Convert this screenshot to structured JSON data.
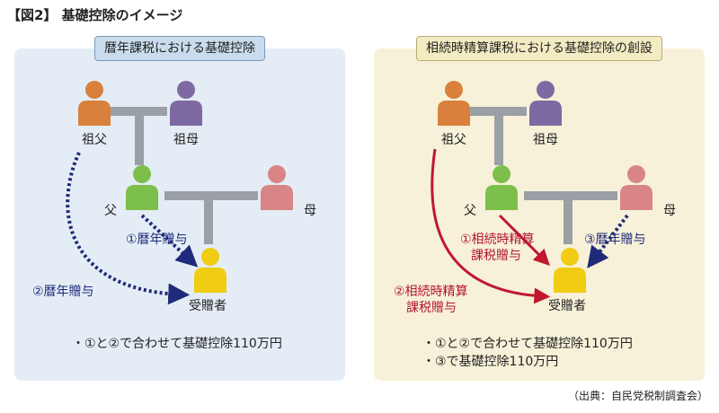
{
  "figure_title": "【図2】 基礎控除のイメージ",
  "left_panel": {
    "header": "暦年課税における基礎控除",
    "grandfather": "祖父",
    "grandmother": "祖母",
    "father": "父",
    "mother": "母",
    "recipient": "受贈者",
    "gift1": "①暦年贈与",
    "gift2": "②暦年贈与",
    "note1": "・①と②で合わせて基礎控除110万円"
  },
  "right_panel": {
    "header": "相続時精算課税における基礎控除の創設",
    "grandfather": "祖父",
    "grandmother": "祖母",
    "father": "父",
    "mother": "母",
    "recipient": "受贈者",
    "gift1_line1": "①相続時精算",
    "gift1_line2": "課税贈与",
    "gift2_line1": "②相続時精算",
    "gift2_line2": "課税贈与",
    "gift3": "③暦年贈与",
    "note1": "・①と②で合わせて基礎控除110万円",
    "note2": "・③で基礎控除110万円"
  },
  "source": "（出典：自民党税制調査会）",
  "colors": {
    "grandfather": "#d9803c",
    "grandmother": "#7e6aa3",
    "father": "#7cbf4a",
    "mother": "#d98585",
    "recipient": "#f0cc12",
    "line": "#9aa0a6",
    "blue_arrow": "#1f2a7a",
    "red_arrow": "#c0182f"
  }
}
